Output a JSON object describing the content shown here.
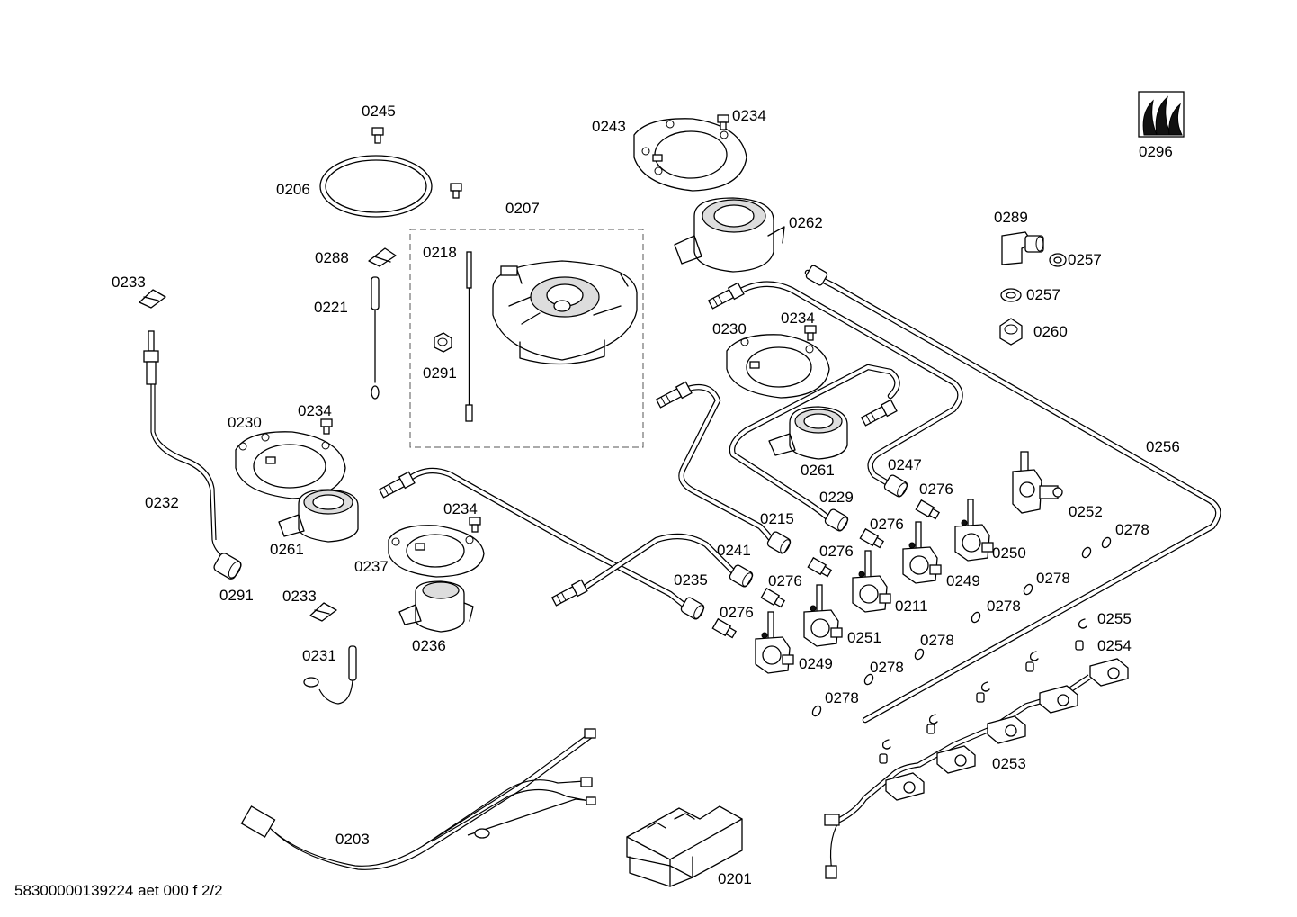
{
  "labels": {
    "l0245": "0245",
    "l0206": "0206",
    "l0207": "0207",
    "l0218": "0218",
    "l0288": "0288",
    "l0221": "0221",
    "l0291a": "0291",
    "l0243": "0243",
    "l0234a": "0234",
    "l0262": "0262",
    "l0296": "0296",
    "l0289": "0289",
    "l0257a": "0257",
    "l0257b": "0257",
    "l0260": "0260",
    "l0233a": "0233",
    "l0230a": "0230",
    "l0234b": "0234",
    "l0230b": "0230",
    "l0234c": "0234",
    "l0232": "0232",
    "l0261a": "0261",
    "l0261b": "0261",
    "l0291b": "0291",
    "l0234d": "0234",
    "l0237": "0237",
    "l0233b": "0233",
    "l0236": "0236",
    "l0231": "0231",
    "l0247": "0247",
    "l0276a": "0276",
    "l0229": "0229",
    "l0276b": "0276",
    "l0215": "0215",
    "l0276c": "0276",
    "l0241": "0241",
    "l0276d": "0276",
    "l0235": "0235",
    "l0276e": "0276",
    "l0256": "0256",
    "l0252": "0252",
    "l0278a": "0278",
    "l0250": "0250",
    "l0249a": "0249",
    "l0278b": "0278",
    "l0211": "0211",
    "l0278c": "0278",
    "l0251": "0251",
    "l0255": "0255",
    "l0278d": "0278",
    "l0254": "0254",
    "l0249b": "0249",
    "l0278e": "0278",
    "l0278f": "0278",
    "l0253": "0253",
    "l0203": "0203",
    "l0201": "0201"
  },
  "footer": "58300000139224 aet 000 f 2/2"
}
